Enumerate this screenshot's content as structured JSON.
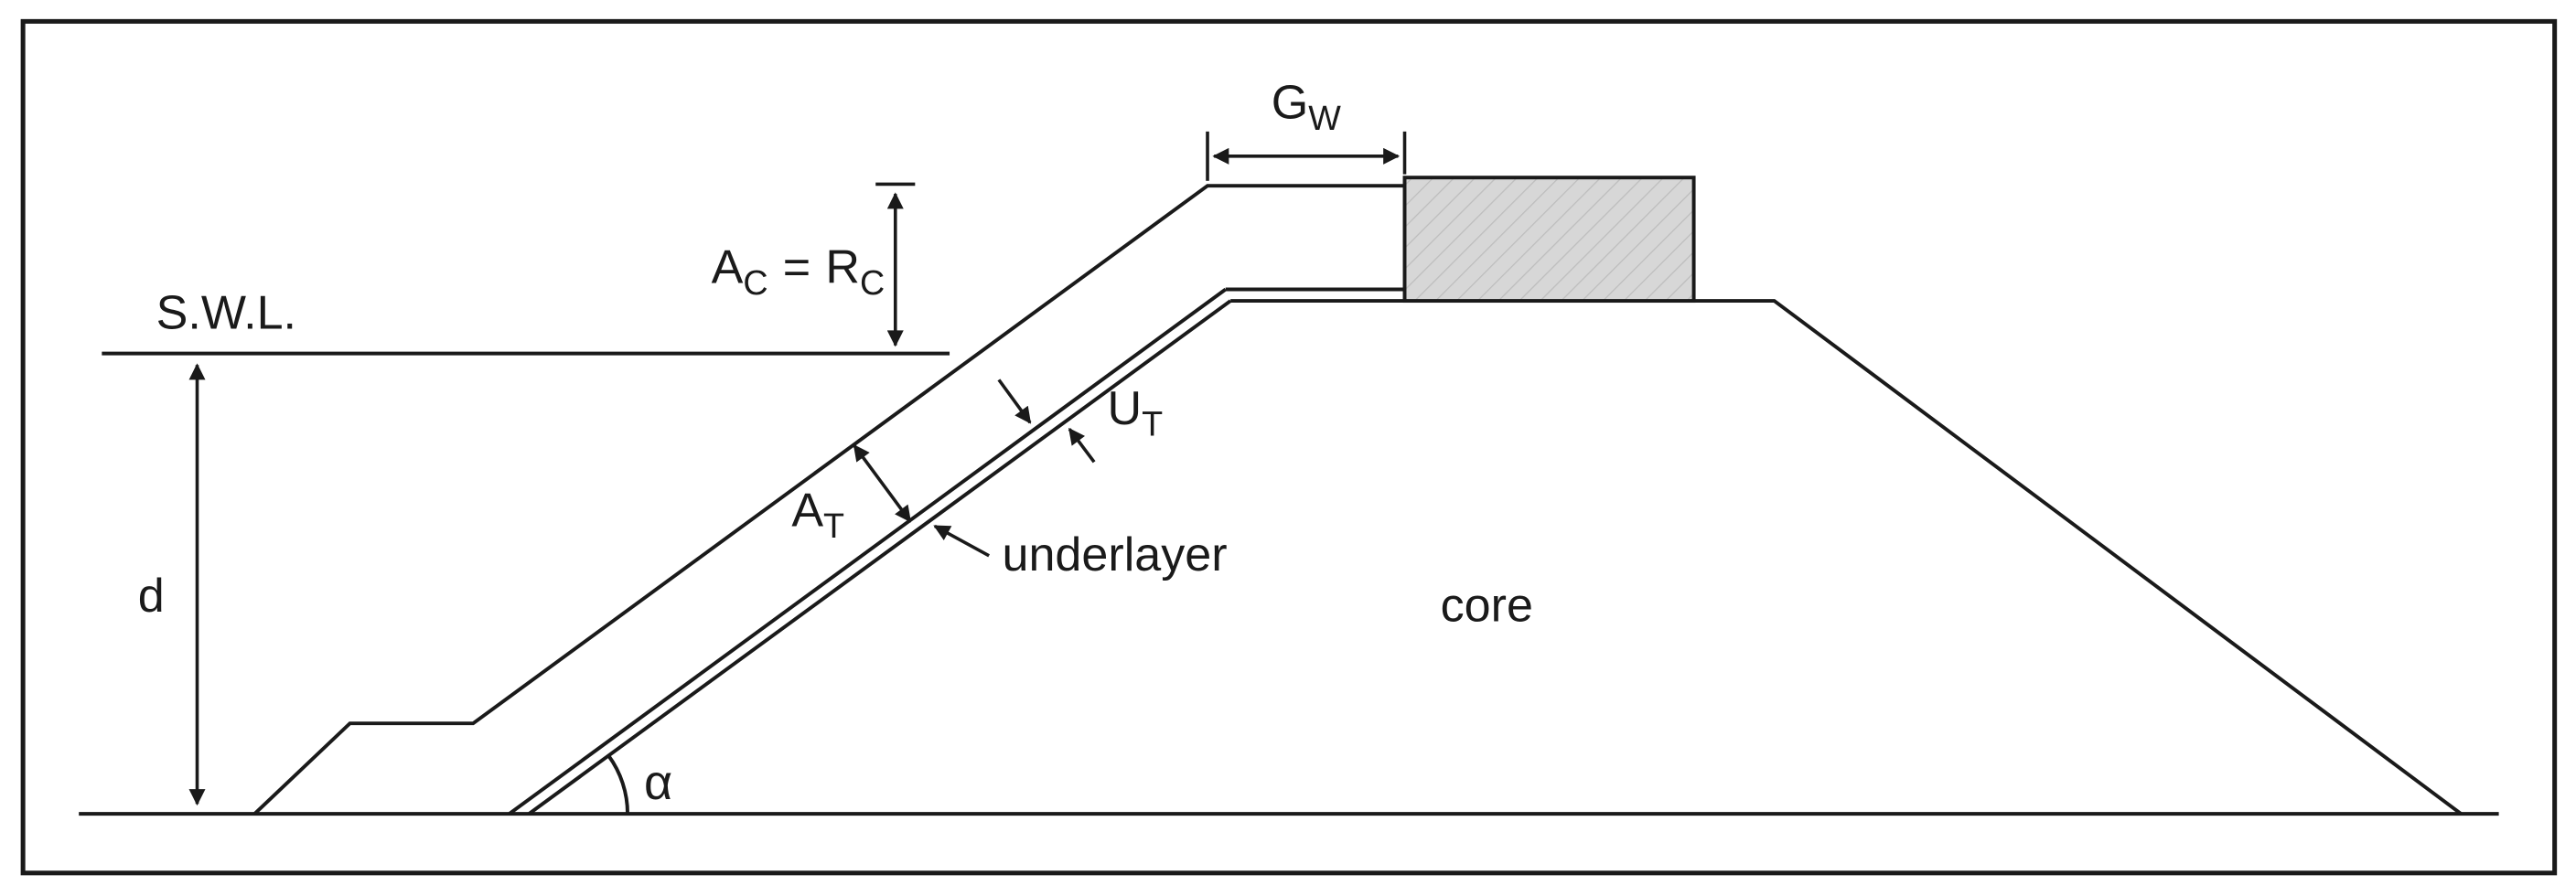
{
  "figure": {
    "type": "diagram",
    "subject": "rubble-mound breakwater cross-section with crown wall",
    "colors": {
      "line": "#1a1a1a",
      "background": "#ffffff",
      "crown_wall_fill": "#d7d7d7",
      "crown_wall_hatch": "#bdbdbd"
    },
    "labels": {
      "swl": "S.W.L.",
      "depth": "d",
      "alpha": "α",
      "core": "core",
      "underlayer": "underlayer",
      "crest_freeboard": {
        "a": "A",
        "a_sub": "C",
        "equals": "=",
        "r": "R",
        "r_sub": "C"
      },
      "crest_width": {
        "main": "G",
        "sub": "W"
      },
      "armour_thickness": {
        "main": "A",
        "sub": "T"
      },
      "underlayer_thickness": {
        "main": "U",
        "sub": "T"
      }
    }
  }
}
